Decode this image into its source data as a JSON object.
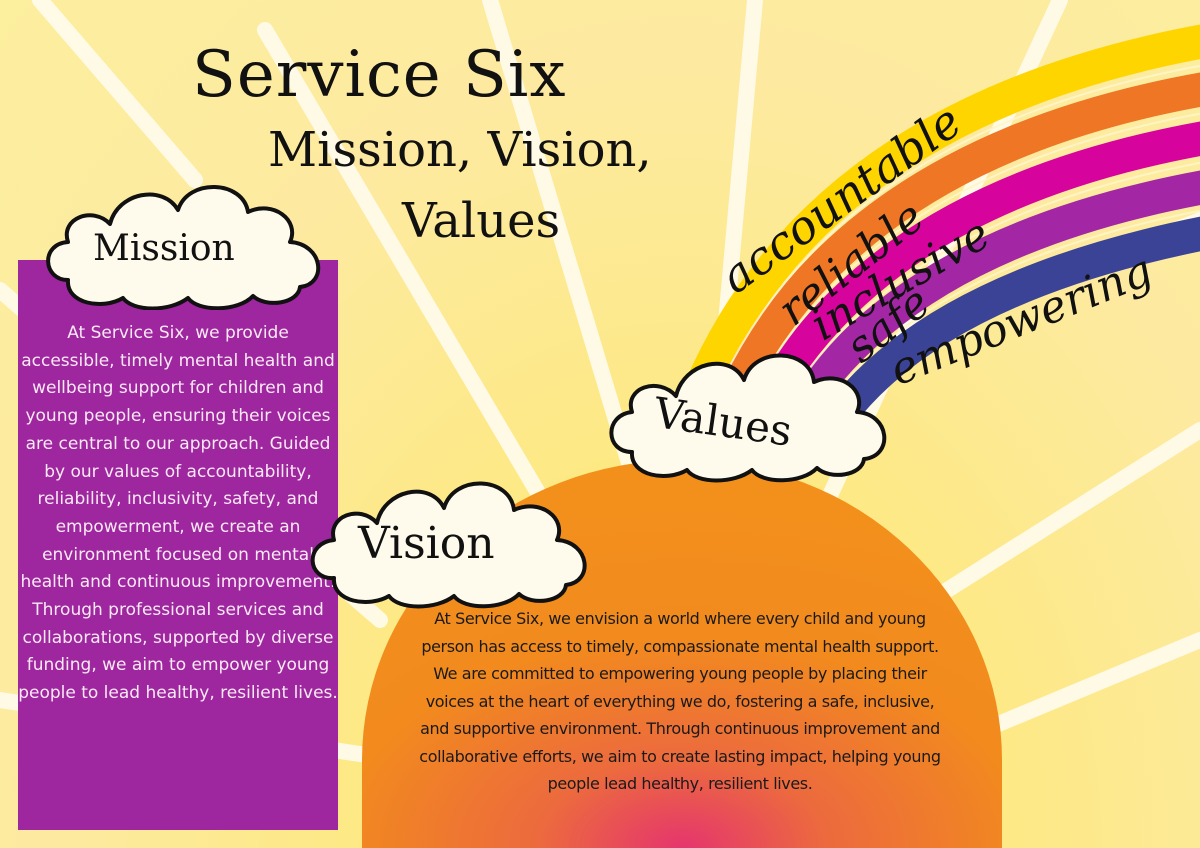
{
  "header": {
    "title": "Service Six",
    "subtitle_line1": "Mission, Vision,",
    "subtitle_line2": "Values"
  },
  "mission": {
    "label": "Mission",
    "text": "At Service Six, we provide accessible, timely mental health and wellbeing support for children and young people, ensuring their voices are central to our approach. Guided by our values of accountability, reliability, inclusivity, safety, and empowerment, we create an environment focused on mental health and continuous improvement. Through professional services and collaborations, supported by diverse funding, we aim to empower young people to lead healthy, resilient lives."
  },
  "vision": {
    "label": "Vision",
    "text": "At Service Six, we envision a world where every child and young person has access to timely, compassionate mental health support. We are committed to empowering young people by placing their voices at the heart of everything we do, fostering a safe, inclusive, and supportive environment. Through continuous improvement and collaborative efforts, we aim to create lasting impact, helping young people lead healthy, resilient lives."
  },
  "values": {
    "label": "Values",
    "words": [
      "accountable",
      "reliable",
      "inclusive",
      "safe",
      "empowering"
    ],
    "rainbow_colors": [
      "#FFD500",
      "#EE7624",
      "#D7039D",
      "#A327A5",
      "#3A4396"
    ]
  },
  "colors": {
    "background": "#FDE98A",
    "mission_box": "#9E27A0",
    "sun_orange": "#F28A1E",
    "sun_pink": "#E2456A",
    "cloud_fill": "#FFFBEC",
    "ray_color": "#FFFBEA"
  }
}
